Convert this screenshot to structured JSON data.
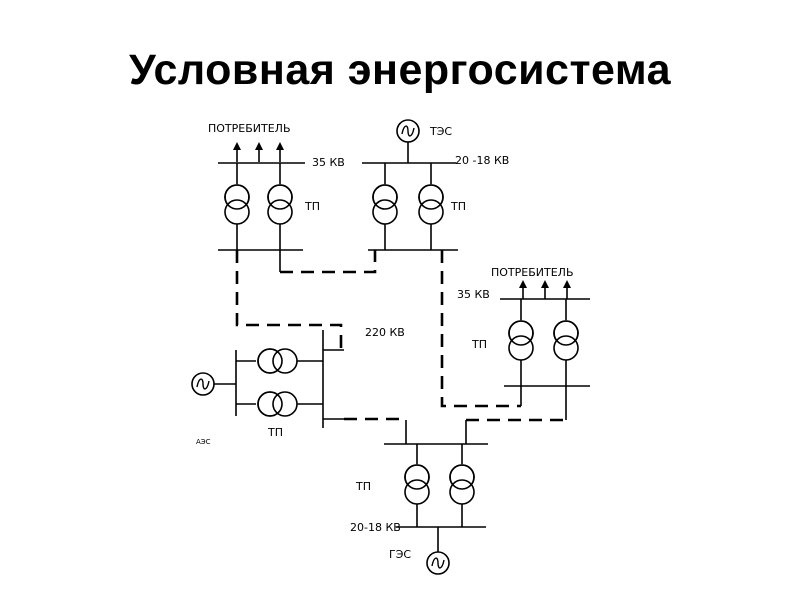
{
  "title": "Условная энергосистема",
  "labels": {
    "consumer_1": "ПОТРЕБИТЕЛЬ",
    "kv35_1": "35 КВ",
    "tp_1": "ТП",
    "tes": "ТЭС",
    "kv_tes": "20 -18 КВ",
    "tp_2": "ТП",
    "consumer_2": "ПОТРЕБИТЕЛЬ",
    "kv35_2": "35 КВ",
    "kv220": "220 КВ",
    "tp_3": "ТП",
    "tp_4": "ТП",
    "aes": "АЭС",
    "tp_5": "ТП",
    "kv_ges": "20-18 КВ",
    "ges": "ГЭС"
  },
  "icons": [
    "generator-icon",
    "transformer-icon",
    "arrow-up-icon"
  ],
  "colors": {
    "line": "#000000",
    "background": "#ffffff"
  }
}
